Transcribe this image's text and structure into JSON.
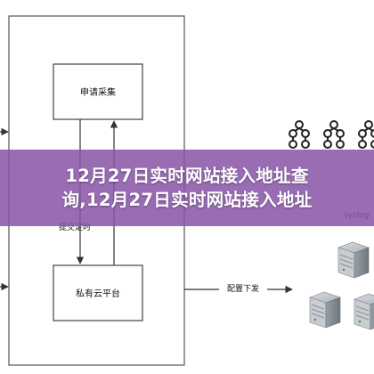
{
  "diagram": {
    "nodes": {
      "apply_collect": "申请采集",
      "private_cloud": "私有云平台"
    },
    "edges": {
      "submit_partial": "提交定时",
      "config_deploy": "配置下发"
    },
    "syslog_partial": "syslog"
  },
  "overlay": {
    "line1": "12月27日实时网站接入地址查",
    "line2": "询,12月27日实时网站接入地址"
  },
  "colors": {
    "overlay": "#8854a8",
    "line": "#444444",
    "server_body": "#8a8f96"
  }
}
